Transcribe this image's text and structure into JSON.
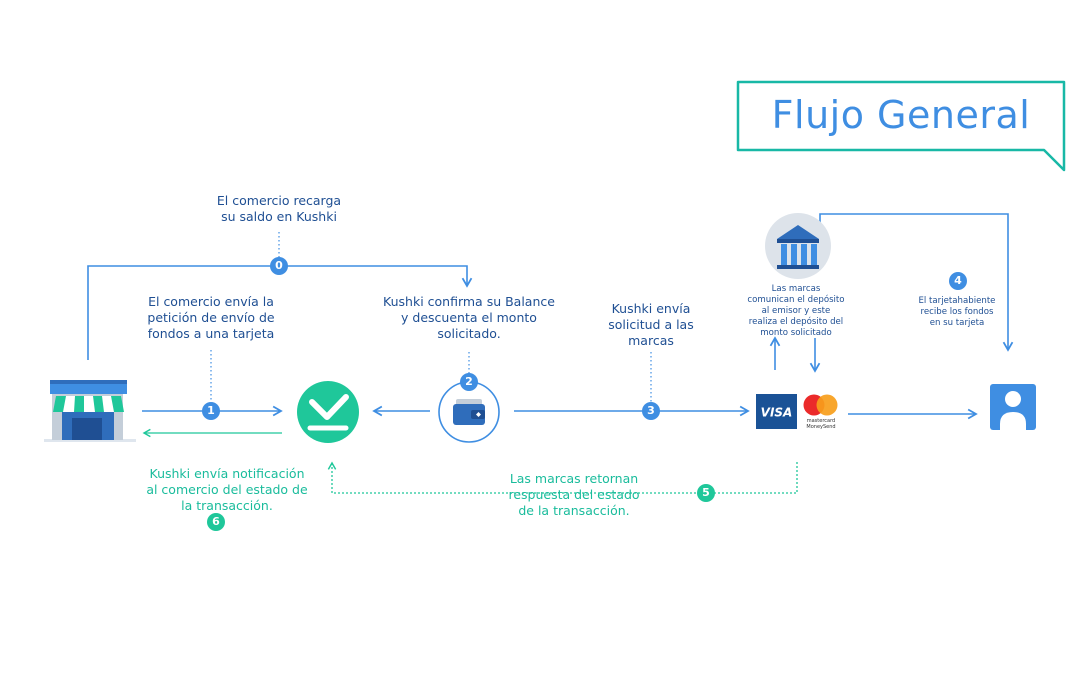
{
  "title": "Flujo General",
  "colors": {
    "blue": "#3f8ee2",
    "dark_blue": "#1f4f93",
    "green": "#1fc79a",
    "teal": "#18b8a6"
  },
  "icons": {
    "merchant": "store-icon",
    "kushki": "checkmark-download-icon",
    "wallet": "wallet-icon",
    "bank": "bank-icon",
    "cardholder": "user-icon"
  },
  "brands": {
    "visa": "VISA",
    "mastercard_line1": "mastercard",
    "mastercard_line2": "MoneySend"
  },
  "steps": [
    {
      "number": "0",
      "text": "El comercio recarga\nsu saldo en Kushki"
    },
    {
      "number": "1",
      "text": "El comercio envía la\npetición de envío de\nfondos a una tarjeta"
    },
    {
      "number": "2",
      "text": "Kushki confirma su Balance\ny descuenta el monto\nsolicitado."
    },
    {
      "number": "3",
      "text": "Kushki envía\nsolicitud a las\nmarcas"
    },
    {
      "number": "4",
      "text": "El tarjetahabiente\nrecibe los fondos\nen su tarjeta"
    },
    {
      "number": "5",
      "text": "Las marcas retornan\nrespuesta del estado\nde la transacción."
    },
    {
      "number": "6",
      "text": "Kushki envía notificación\nal comercio del estado de\nla transacción."
    }
  ],
  "brands_note": "Las marcas\ncomunican el depósito\nal emisor y este\nrealiza el depósito del\nmonto solicitado"
}
